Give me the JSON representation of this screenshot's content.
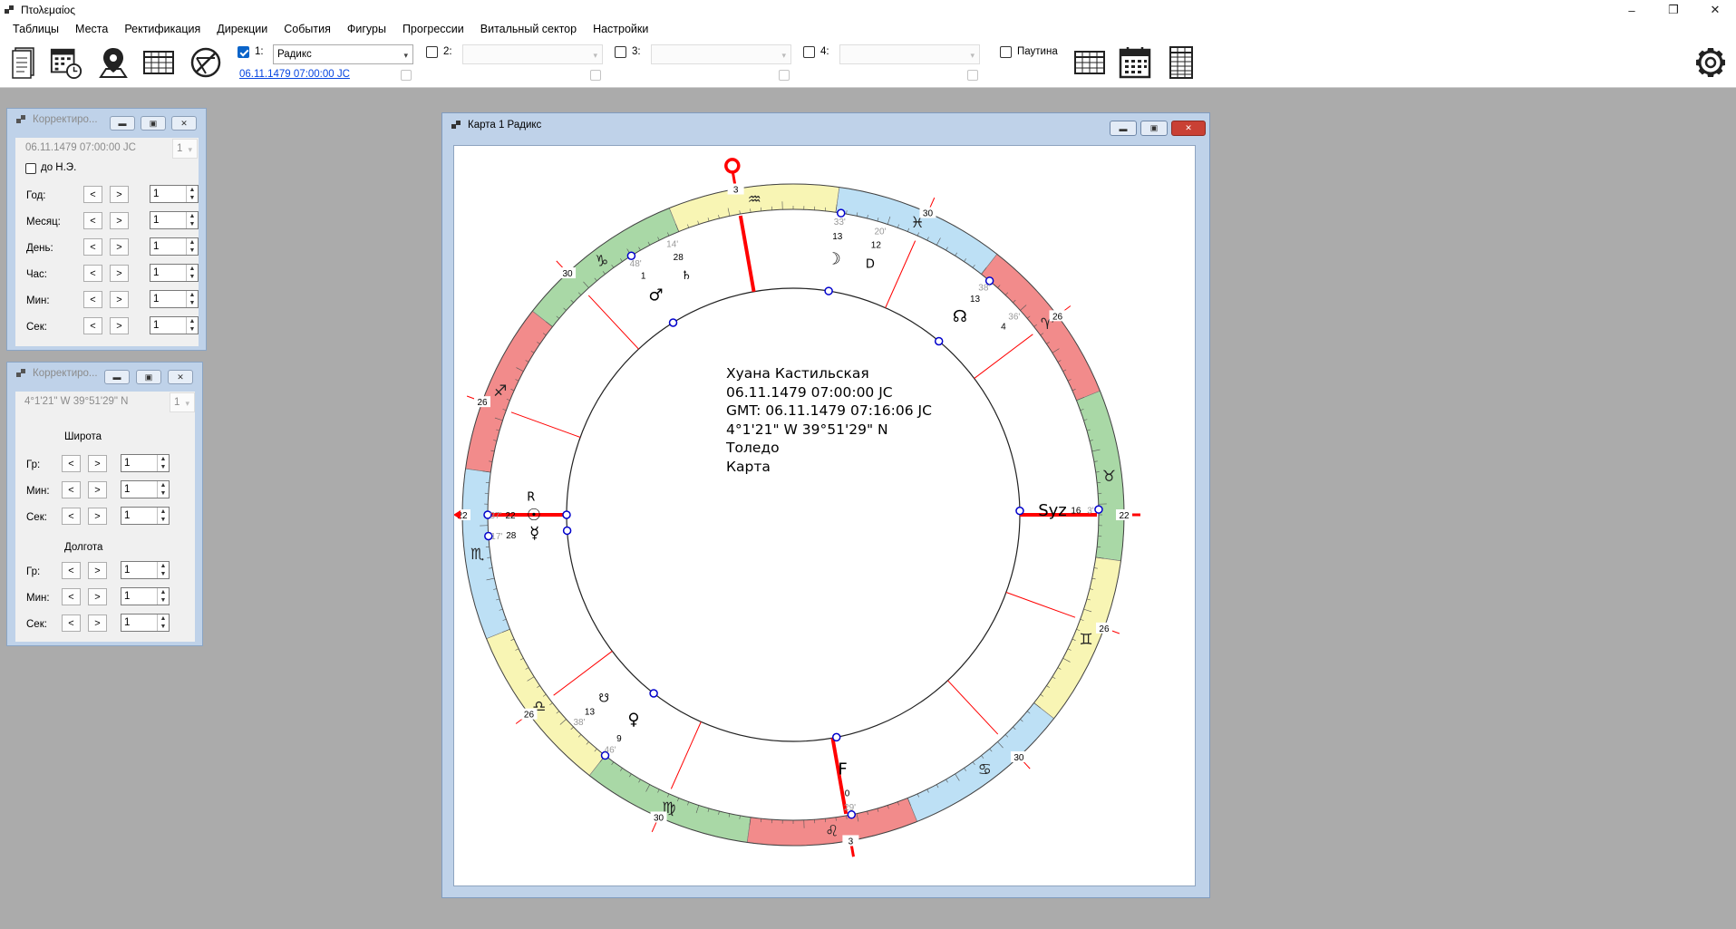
{
  "app": {
    "title": "Πτολεμαίος"
  },
  "window_controls": {
    "minimize": "–",
    "maximize": "❐",
    "close": "✕"
  },
  "menu": [
    "Таблицы",
    "Места",
    "Ректификация",
    "Дирекции",
    "События",
    "Фигуры",
    "Прогрессии",
    "Витальный сектор",
    "Настройки"
  ],
  "toolbar": {
    "icons": [
      "document-icon",
      "calendar-clock-icon",
      "map-pin-icon",
      "table-icon",
      "no-aspects-icon"
    ],
    "slots": [
      {
        "num": "1:",
        "checked": true,
        "value": "Радикс",
        "date": "06.11.1479 07:00:00 JC"
      },
      {
        "num": "2:",
        "checked": false,
        "value": "",
        "date": ""
      },
      {
        "num": "3:",
        "checked": false,
        "value": "",
        "date": ""
      },
      {
        "num": "4:",
        "checked": false,
        "value": "",
        "date": ""
      }
    ],
    "pautina_label": "Паутина",
    "right_icons": [
      "table-grid-icon",
      "calendar-icon",
      "list-grid-icon",
      "gear-icon"
    ]
  },
  "panel_date": {
    "title": "Корректиро...",
    "value": "06.11.1479 07:00:00 JC",
    "step": "1",
    "bc_label": "до Н.Э.",
    "rows": [
      {
        "label": "Год:",
        "value": "1"
      },
      {
        "label": "Месяц:",
        "value": "1"
      },
      {
        "label": "День:",
        "value": "1"
      },
      {
        "label": "Час:",
        "value": "1"
      },
      {
        "label": "Мин:",
        "value": "1"
      },
      {
        "label": "Сек:",
        "value": "1"
      }
    ],
    "prev": "<",
    "next": ">"
  },
  "panel_place": {
    "title": "Корректиро...",
    "value": "4°1'21\" W 39°51'29\" N",
    "step": "1",
    "lat_title": "Широта",
    "lat_rows": [
      {
        "label": "Гр:",
        "value": "1"
      },
      {
        "label": "Мин:",
        "value": "1"
      },
      {
        "label": "Сек:",
        "value": "1"
      }
    ],
    "lon_title": "Долгота",
    "lon_rows": [
      {
        "label": "Гр:",
        "value": "1"
      },
      {
        "label": "Мин:",
        "value": "1"
      },
      {
        "label": "Сек:",
        "value": "1"
      }
    ],
    "prev": "<",
    "next": ">"
  },
  "chart_window": {
    "title": "Карта 1 Радикс",
    "info": [
      "Хуана Кастильская",
      "06.11.1479 07:00:00 JC",
      "GMT: 06.11.1479 07:16:06 JC",
      "4°1'21\" W 39°51'29\" N",
      "Толедо",
      "Карта"
    ]
  },
  "chart": {
    "colors": {
      "fire": "#f28b8b",
      "earth": "#a9d8a6",
      "air": "#f8f5b4",
      "water": "#bde0f5",
      "axis": "#ff0000",
      "marker": "#0000cc"
    },
    "signs": [
      {
        "glyph": "♉",
        "element": "earth"
      },
      {
        "glyph": "♈",
        "element": "fire"
      },
      {
        "glyph": "♓",
        "element": "water"
      },
      {
        "glyph": "♒",
        "element": "air"
      },
      {
        "glyph": "♑",
        "element": "earth"
      },
      {
        "glyph": "♐",
        "element": "fire"
      },
      {
        "glyph": "♏",
        "element": "water"
      },
      {
        "glyph": "♎",
        "element": "air"
      },
      {
        "glyph": "♍",
        "element": "earth"
      },
      {
        "glyph": "♌",
        "element": "fire"
      },
      {
        "glyph": "♋",
        "element": "water"
      },
      {
        "glyph": "♊",
        "element": "air"
      }
    ],
    "cusp_labels": [
      "22",
      "26",
      "30",
      "3",
      "30",
      "26",
      "22",
      "26",
      "30",
      "3",
      "30",
      "26"
    ],
    "planets": [
      {
        "glyph": "☽",
        "deg": "13",
        "min": "33'",
        "label2": "D",
        "deg2": "12",
        "min2": "20'"
      },
      {
        "glyph": "☊",
        "deg": "13",
        "min": "38'",
        "label2": "",
        "deg2": "4",
        "min2": "36'"
      },
      {
        "glyph": "♂",
        "deg": "1",
        "min": "48'",
        "label2": "♄",
        "deg2": "28",
        "min2": "14'"
      },
      {
        "glyph": "☉",
        "deg": "22",
        "min": "37'",
        "label2": "",
        "deg2": "",
        "min2": ""
      },
      {
        "glyph": "☿",
        "deg": "28",
        "min": "17'",
        "label2": "R",
        "deg2": "",
        "min2": ""
      },
      {
        "glyph": "♀",
        "deg": "9",
        "min": "46'",
        "label2": "☋",
        "deg2": "13",
        "min2": "38'"
      },
      {
        "glyph": "F",
        "deg": "0",
        "min": "29'",
        "label2": "",
        "deg2": "",
        "min2": ""
      },
      {
        "glyph": "Syz",
        "deg": "16",
        "min": "3'",
        "label2": "",
        "deg2": "",
        "min2": ""
      }
    ]
  }
}
